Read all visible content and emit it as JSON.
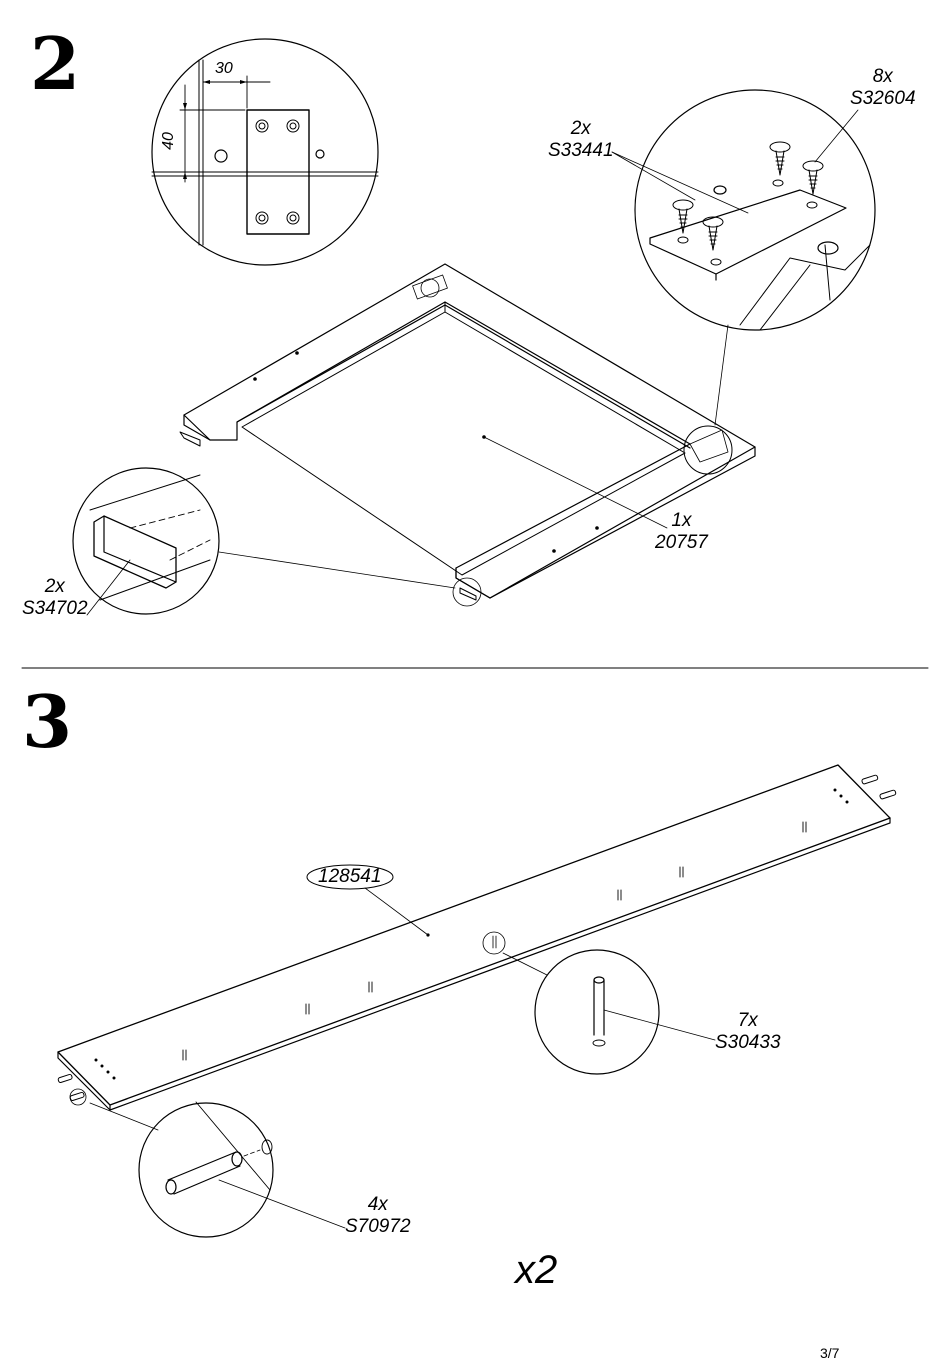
{
  "steps": [
    {
      "number": "2",
      "dimensions": {
        "horizontal": "30",
        "vertical": "40"
      },
      "parts": [
        {
          "qty": "2x",
          "code": "S33441"
        },
        {
          "qty": "8x",
          "code": "S32604"
        },
        {
          "qty": "1x",
          "code": "20757"
        },
        {
          "qty": "2x",
          "code": "S34702"
        }
      ]
    },
    {
      "number": "3",
      "board_code": "128541",
      "parts": [
        {
          "qty": "7x",
          "code": "S30433"
        },
        {
          "qty": "4x",
          "code": "S70972"
        }
      ],
      "multiplier": "x2"
    }
  ],
  "page": "3/7"
}
